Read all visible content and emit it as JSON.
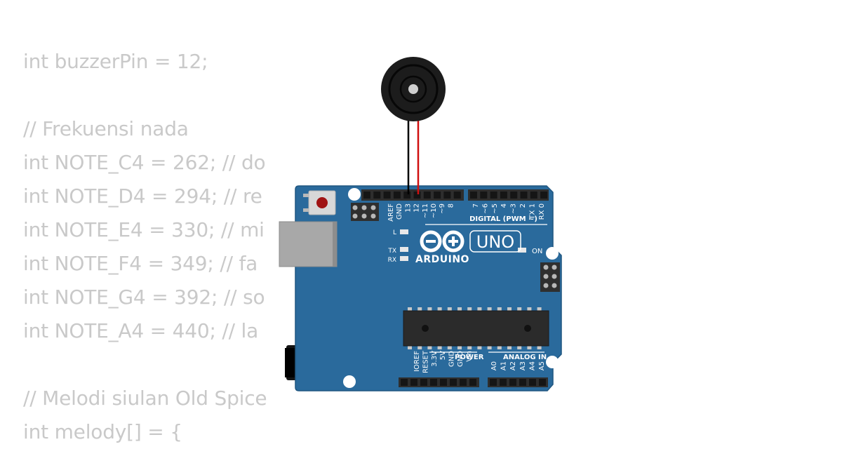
{
  "code_lines": [
    "int buzzerPin = 12;",
    "",
    "// Frekuensi nada",
    "int NOTE_C4 = 262; // do",
    "int NOTE_D4 = 294; // re",
    "int NOTE_E4 = 330; // mi",
    "int NOTE_F4 = 349; // fa",
    "int NOTE_G4 = 392; // so",
    "int NOTE_A4 = 440; // la",
    "",
    "// Melodi siulan Old Spice",
    "int melody[] = {"
  ],
  "board": {
    "header_pins_left": [
      "AREF",
      "GND",
      "13",
      "12",
      "~11",
      "~10",
      "~9",
      "8"
    ],
    "header_pins_right": [
      "7",
      "~6",
      "~5",
      "4",
      "~3",
      "2",
      "TX 1",
      "RX 0"
    ],
    "digital_label": "DIGITAL (PWM ~)",
    "led_l": "L",
    "led_tx": "TX",
    "led_rx": "RX",
    "on_label": "ON",
    "logo_text": "ARDUINO",
    "model": "UNO",
    "power_label": "POWER",
    "power_pins": [
      "IOREF",
      "RESET",
      "3.3V",
      "5V",
      "GND",
      "GND",
      "Vin"
    ],
    "analog_label": "ANALOG IN",
    "analog_pins": [
      "A0",
      "A1",
      "A2",
      "A3",
      "A4",
      "A5"
    ]
  },
  "colors": {
    "board": "#2a6a9c",
    "code_text": "#c9c9c9",
    "wire_gnd": "#000000",
    "wire_signal": "#d01010"
  }
}
